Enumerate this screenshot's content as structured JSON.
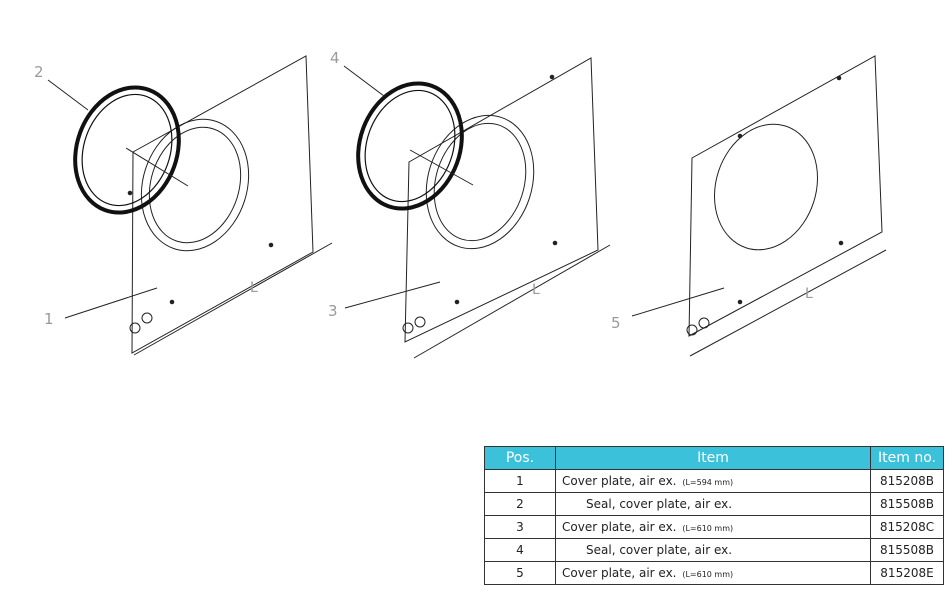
{
  "diagram": {
    "callouts": [
      {
        "id": "callout-1",
        "text": "1"
      },
      {
        "id": "callout-2",
        "text": "2"
      },
      {
        "id": "callout-3",
        "text": "3"
      },
      {
        "id": "callout-4",
        "text": "4"
      },
      {
        "id": "callout-5",
        "text": "5"
      }
    ],
    "dimension_label": "L"
  },
  "table": {
    "headers": {
      "pos": "Pos.",
      "item": "Item",
      "item_no": "Item no."
    },
    "rows": [
      {
        "pos": "1",
        "item": "Cover plate, air ex.",
        "note": "(L=594 mm)",
        "item_no": "815208B",
        "indent": false
      },
      {
        "pos": "2",
        "item": "Seal, cover plate, air ex.",
        "note": "",
        "item_no": "815508B",
        "indent": true
      },
      {
        "pos": "3",
        "item": "Cover plate, air ex.",
        "note": "(L=610 mm)",
        "item_no": "815208C",
        "indent": false
      },
      {
        "pos": "4",
        "item": "Seal, cover plate, air ex.",
        "note": "",
        "item_no": "815508B",
        "indent": true
      },
      {
        "pos": "5",
        "item": "Cover plate, air ex.",
        "note": "(L=610 mm)",
        "item_no": "815208E",
        "indent": false
      }
    ]
  },
  "colors": {
    "header_bg": "#3cc1db",
    "line": "#222222",
    "callout_text": "#9a9a9a"
  }
}
